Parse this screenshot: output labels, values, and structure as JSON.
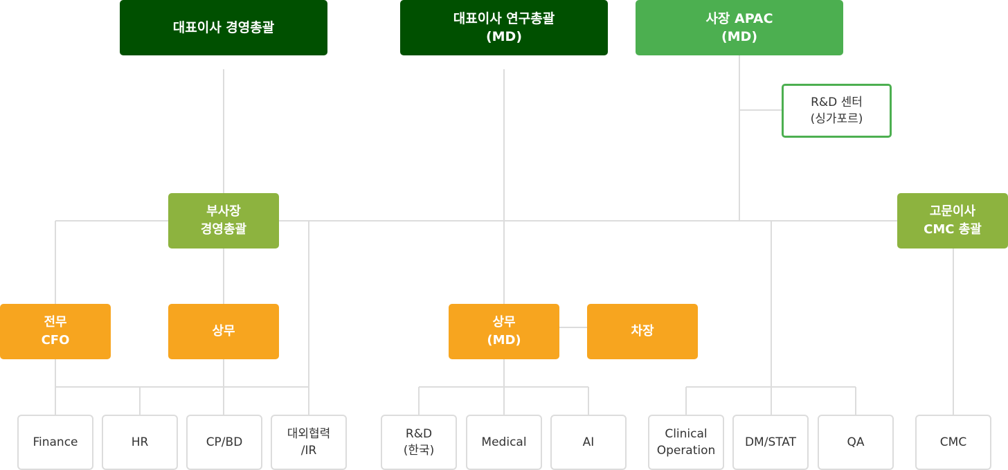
{
  "top": {
    "ceo_mgmt": "대표이사 경영총괄",
    "ceo_research": "대표이사 연구총괄\n(MD)",
    "president_apac": "사장 APAC\n(MD)"
  },
  "rd_center": "R&D 센터\n(싱가포르)",
  "vp_mgmt": "부사장\n경영총괄",
  "advisor_cmc": "고문이사\nCMC 총괄",
  "cfo": "전무\nCFO",
  "managing_director": "상무",
  "managing_director_md": "상무\n(MD)",
  "deputy_director": "차장",
  "leaves": {
    "finance": "Finance",
    "hr": "HR",
    "cp_bd": "CP/BD",
    "ir": "대외협력\n/IR",
    "rd_korea": "R&D\n(한국)",
    "medical": "Medical",
    "ai": "AI",
    "clinical": "Clinical\nOperation",
    "dm_stat": "DM/STAT",
    "qa": "QA",
    "cmc": "CMC"
  },
  "colors": {
    "dark_green": "#005000",
    "green": "#4caf50",
    "olive": "#8db33f",
    "orange": "#f7a51f",
    "connector": "#dcdcdc"
  }
}
